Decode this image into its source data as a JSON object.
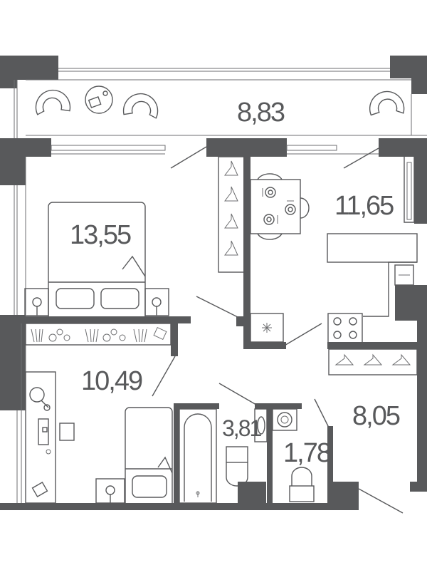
{
  "plan": {
    "rooms": [
      {
        "id": "balcony",
        "area": "8,83"
      },
      {
        "id": "bedroom",
        "area": "13,55"
      },
      {
        "id": "kitchen",
        "area": "11,65"
      },
      {
        "id": "room",
        "area": "10,49"
      },
      {
        "id": "bathroom",
        "area": "3,81"
      },
      {
        "id": "toilet",
        "area": "1,78"
      },
      {
        "id": "hall",
        "area": "8,05"
      }
    ]
  }
}
